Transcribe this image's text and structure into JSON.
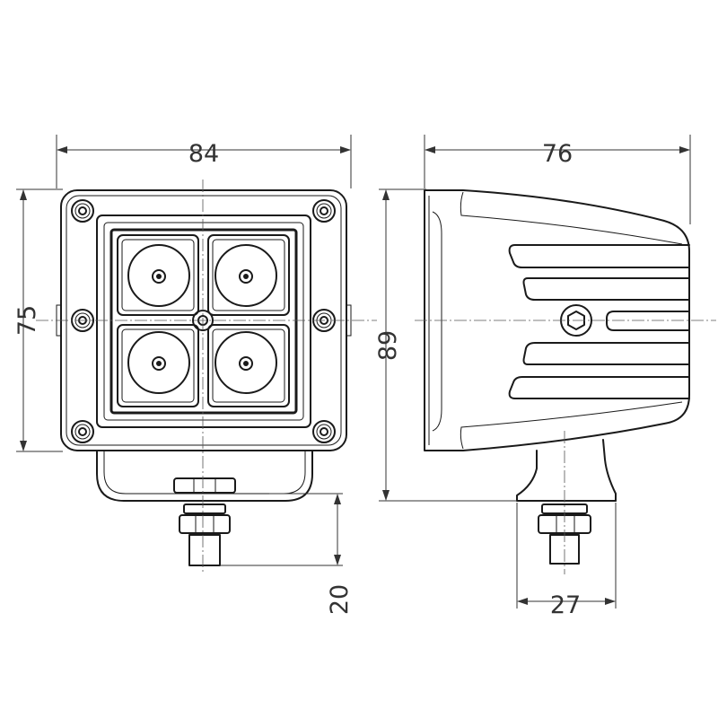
{
  "dimensions": {
    "front_width": "84",
    "front_height": "75",
    "bracket_drop": "20",
    "side_depth": "76",
    "side_height": "89",
    "mount_width": "27"
  }
}
